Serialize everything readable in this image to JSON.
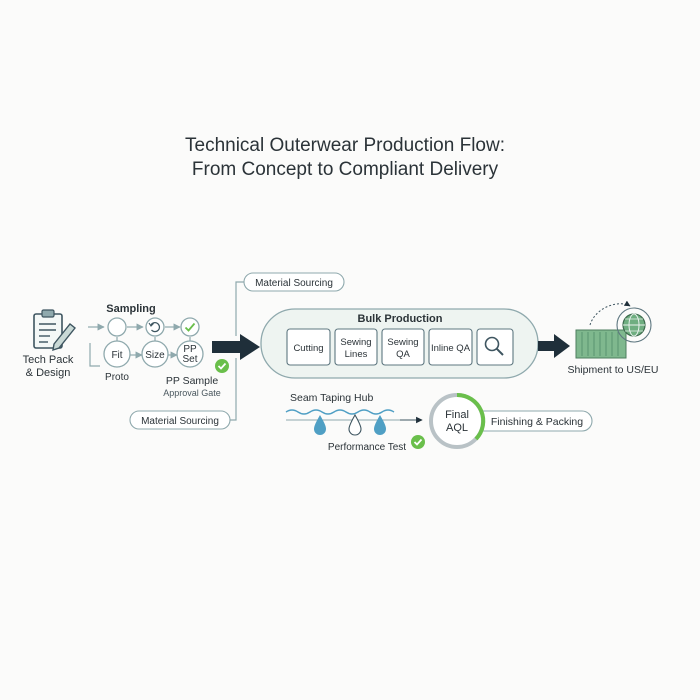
{
  "title": {
    "line1": "Technical Outerwear Production Flow:",
    "line2": "From Concept to Compliant Delivery"
  },
  "colors": {
    "text": "#2b3338",
    "outline": "#8fa9ad",
    "arrow": "#1f2f3a",
    "accent_green": "#6abf4b",
    "panel_fill": "#eef4f1",
    "water_blue": "#4f9fc4",
    "container_green": "#7fb88e",
    "final_gray": "#b9c2c6"
  },
  "tech_pack": {
    "icon": "clipboard-pencil-icon",
    "label_line1": "Tech Pack",
    "label_line2": "& Design"
  },
  "sampling": {
    "title": "Sampling",
    "top_icons": [
      "empty-circle-icon",
      "refresh-icon",
      "check-icon"
    ],
    "nodes": [
      {
        "line1": "Fit",
        "line2": ""
      },
      {
        "line1": "Size",
        "line2": ""
      },
      {
        "line1": "PP",
        "line2": "Set"
      }
    ],
    "proto_label": "Proto",
    "gate_line1": "PP Sample",
    "gate_line2": "Approval Gate"
  },
  "material_sourcing_top": "Material Sourcing",
  "material_sourcing_bottom": "Material Sourcing",
  "bulk_production": {
    "title": "Bulk Production",
    "steps": [
      {
        "line1": "Cutting",
        "line2": ""
      },
      {
        "line1": "Sewing",
        "line2": "Lines"
      },
      {
        "line1": "Sewing",
        "line2": "QA"
      },
      {
        "line1": "Inline QA",
        "line2": ""
      }
    ],
    "inspect_icon": "magnifier-icon"
  },
  "shipment": {
    "icon": "container-globe-icon",
    "label": "Shipment to US/EU"
  },
  "seam_taping": {
    "label": "Seam Taping Hub",
    "icon": "water-drops-icon",
    "test_label": "Performance Test"
  },
  "final_aql": {
    "line1": "Final",
    "line2": "AQL"
  },
  "finishing": "Finishing & Packing"
}
